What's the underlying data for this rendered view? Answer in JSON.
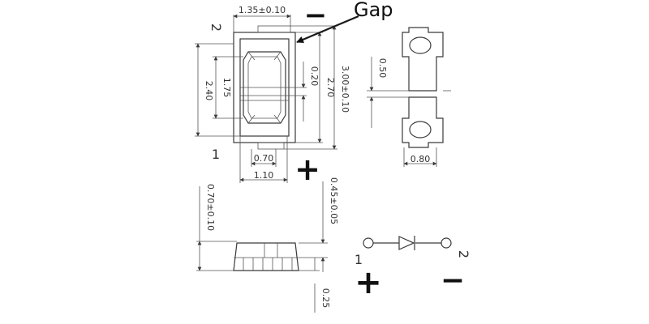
{
  "dimensions": {
    "top_width": "1.35±0.10",
    "outer_height": "2.40",
    "inner_height": "1.75",
    "gap_width": "0.20",
    "body_height": "2.70",
    "total_length": "3.00±0.10",
    "lead_width": "0.70",
    "pad_width": "1.10",
    "land_spacing": "0.50",
    "land_width": "0.80",
    "package_height": "0.70±0.10",
    "lead_thickness": "0.45±0.05",
    "standoff": "0.25"
  },
  "annotations": {
    "gap_label": "Gap",
    "top_pin2": "2",
    "top_pin1": "1",
    "minus_top": "−",
    "plus_top": "+",
    "schem_pin1": "1",
    "schem_pin2": "2",
    "plus_bottom": "+",
    "minus_bottom": "−"
  },
  "colors": {
    "stroke": "#3a3a3a",
    "mark": "#111111",
    "text": "#333333"
  }
}
